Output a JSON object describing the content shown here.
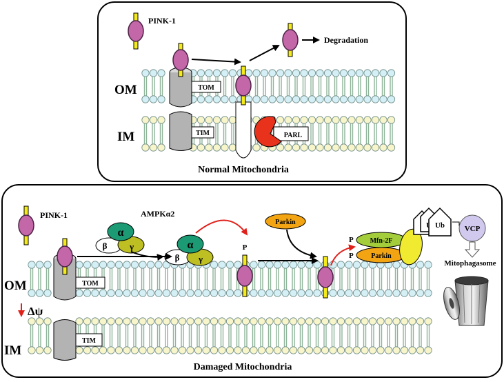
{
  "top_panel": {
    "title": "Normal Mitochondria",
    "pink1_label": "PINK-1",
    "degradation_label": "Degradation",
    "om_label": "OM",
    "im_label": "IM",
    "tom_label": "TOM",
    "tim_label": "TIM",
    "parl_label": "PARL"
  },
  "bottom_panel": {
    "title": "Damaged Mitochondria",
    "pink1_label": "PINK-1",
    "ampk_label": "AMPKα2",
    "alpha": "α",
    "beta": "β",
    "gamma": "γ",
    "p_label": "P",
    "parkin_label": "Parkin",
    "mfn_label": "Mfn-2F",
    "ub_label": "Ub",
    "ub_partial": "U",
    "vcp_label": "VCP",
    "mitophagasome_label": "Mitophagasome",
    "om_label": "OM",
    "im_label": "IM",
    "tom_label": "TOM",
    "tim_label": "TIM",
    "delta_psi_label": "Δψ"
  },
  "colors": {
    "pink1": "#c467a8",
    "pink1_stroke": "#4b2245",
    "tag": "#f5ea1a",
    "lipid_head": "#d4eff5",
    "lipid_head_im": "#f7f5c9",
    "lipid_tail": "#8fb49a",
    "channel": "#b3b3b3",
    "parl": "#e8321c",
    "alpha": "#1b9a74",
    "gamma": "#bdbf22",
    "parkin": "#f2a413",
    "mfn": "#a3cd3a",
    "ub_adaptor": "#f0eb30",
    "vcp": "#d2c9ee",
    "arrow_red": "#e0211b"
  },
  "icons": [
    "pink1-protein-icon",
    "parl-protease-icon",
    "tom-channel-icon",
    "tim-channel-icon",
    "ampk-complex-icon",
    "ubiquitin-chain-icon",
    "vcp-icon",
    "trash-can-icon"
  ]
}
